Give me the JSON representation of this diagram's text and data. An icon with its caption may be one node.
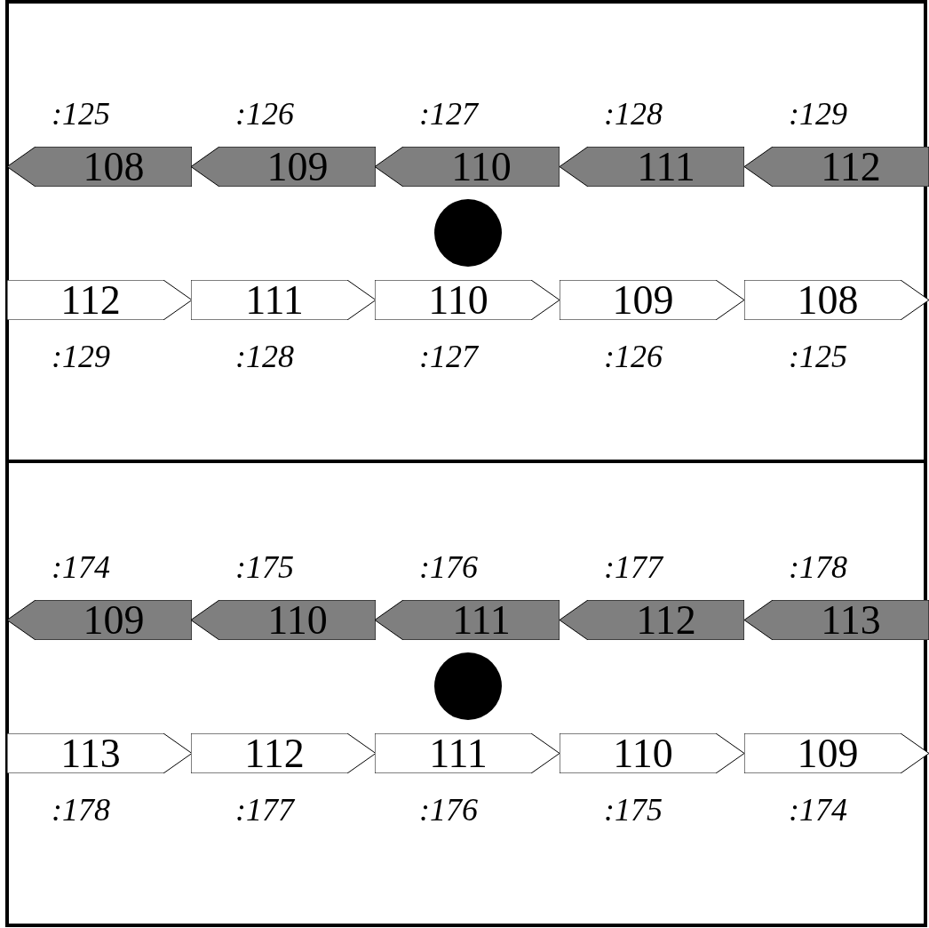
{
  "diagram": {
    "nodes": [
      {
        "text": [
          "108"
        ],
        "beside": [
          ":125"
        ]
      },
      {
        "text": [
          "109"
        ],
        "beside": [
          ":126"
        ]
      },
      {
        "text": [
          "110"
        ],
        "beside": [
          ":127"
        ]
      },
      {
        "text": [
          "111"
        ],
        "beside": [
          ":128"
        ]
      },
      {
        "text": [
          "112"
        ],
        "beside": [
          ":129"
        ]
      },
      {
        "text": [],
        "shape": "circle"
      },
      {
        "text": [
          "112"
        ],
        "beside": [
          ":129"
        ]
      },
      {
        "text": [
          "111"
        ],
        "beside": [
          ":128"
        ]
      },
      {
        "text": [
          "110"
        ],
        "beside": [
          ":127"
        ]
      },
      {
        "text": [
          "109"
        ],
        "beside": [
          ":126"
        ]
      },
      {
        "text": [
          "108"
        ],
        "beside": [
          ":125"
        ]
      },
      {
        "text": [
          "109"
        ],
        "beside": [
          ":174"
        ]
      },
      {
        "text": [
          "110"
        ],
        "beside": [
          ":175"
        ]
      },
      {
        "text": [
          "111"
        ],
        "beside": [
          ":176"
        ]
      },
      {
        "text": [
          "112"
        ],
        "beside": [
          ":177"
        ]
      },
      {
        "text": [
          "113"
        ],
        "beside": [
          ":178"
        ]
      },
      {
        "text": [],
        "shape": "circle"
      },
      {
        "text": [
          "113"
        ],
        "beside": [
          ":178"
        ]
      },
      {
        "text": [
          "112"
        ],
        "beside": [
          ":177"
        ]
      },
      {
        "text": [
          "111"
        ],
        "beside": [
          ":176"
        ]
      },
      {
        "text": [
          "110"
        ],
        "beside": [
          ":175"
        ]
      },
      {
        "text": [
          "109"
        ],
        "beside": [
          ":174"
        ]
      }
    ]
  }
}
